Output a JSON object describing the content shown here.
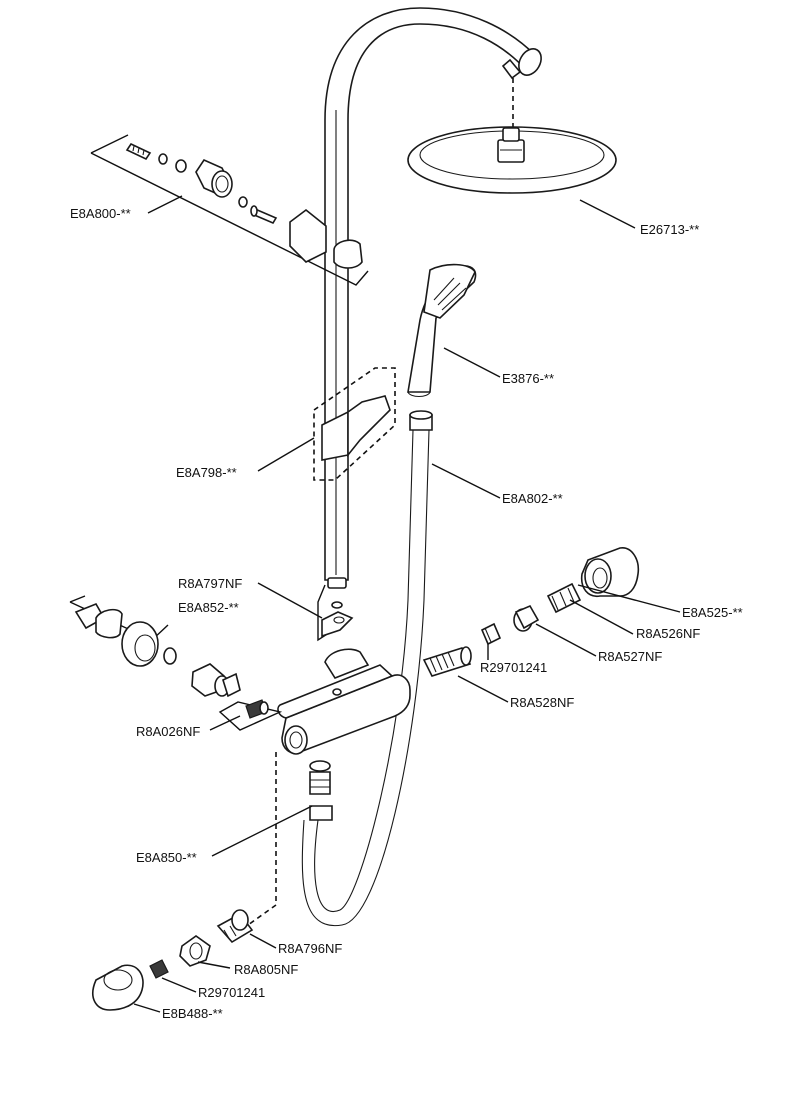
{
  "parts": [
    {
      "id": "E8A800",
      "label": "E8A800-**"
    },
    {
      "id": "E26713",
      "label": "E26713-**"
    },
    {
      "id": "E3876",
      "label": "E3876-**"
    },
    {
      "id": "E8A798",
      "label": "E8A798-**"
    },
    {
      "id": "E8A802",
      "label": "E8A802-**"
    },
    {
      "id": "R8A797NF",
      "label": "R8A797NF"
    },
    {
      "id": "E8A852",
      "label": "E8A852-**"
    },
    {
      "id": "E8A525",
      "label": "E8A525-**"
    },
    {
      "id": "R8A526NF",
      "label": "R8A526NF"
    },
    {
      "id": "R8A527NF",
      "label": "R8A527NF"
    },
    {
      "id": "R29701241_a",
      "label": "R29701241"
    },
    {
      "id": "R8A528NF",
      "label": "R8A528NF"
    },
    {
      "id": "R8A026NF",
      "label": "R8A026NF"
    },
    {
      "id": "E8A850",
      "label": "E8A850-**"
    },
    {
      "id": "R8A796NF",
      "label": "R8A796NF"
    },
    {
      "id": "R8A805NF",
      "label": "R8A805NF"
    },
    {
      "id": "R29701241_b",
      "label": "R29701241"
    },
    {
      "id": "E8B488",
      "label": "E8B488-**"
    }
  ]
}
